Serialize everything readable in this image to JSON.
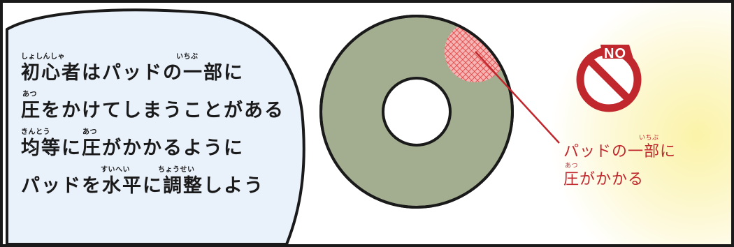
{
  "speech_bubble": {
    "lines": [
      {
        "text": "初心者はパッドの一部に",
        "ruby": [
          {
            "text": "しょしんしゃ"
          },
          {
            "text": "いちぶ"
          }
        ]
      },
      {
        "text": "圧をかけてしまうことがある",
        "ruby": [
          {
            "text": "あつ"
          }
        ]
      },
      {
        "text": "均等に圧がかかるように",
        "ruby": [
          {
            "text": "きんとう"
          },
          {
            "text": "あつ"
          }
        ]
      },
      {
        "text": "パッドを水平に調整しよう",
        "ruby": [
          {
            "text": "すいへい"
          },
          {
            "text": "ちょうせい"
          }
        ]
      }
    ]
  },
  "callout": {
    "lines": [
      {
        "text": "パッドの一部に",
        "ruby": [
          {
            "text": "いちぶ"
          }
        ]
      },
      {
        "text": "圧がかかる",
        "ruby": [
          {
            "text": "あつ"
          }
        ]
      }
    ]
  },
  "no_sign": {
    "label": "NO",
    "color": "#c0282e"
  },
  "colors": {
    "bubble_fill": "#e9f1fb",
    "pad_fill": "#a3ad8f",
    "highlight_red": "#e23b3b",
    "glow_yellow": "#fbf3a8",
    "accent_red": "#c0282e"
  },
  "icons": [
    "no-entry-icon"
  ]
}
